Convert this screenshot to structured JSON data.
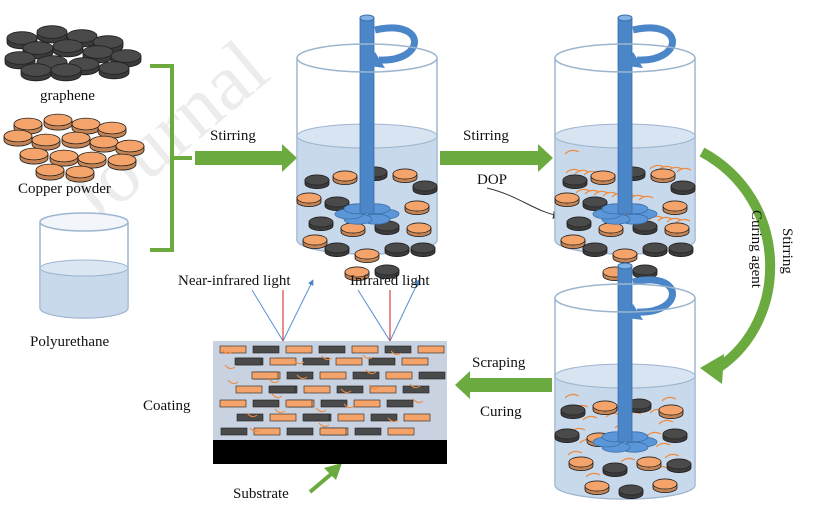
{
  "labels": {
    "graphene": "graphene",
    "copper_powder": "Copper powder",
    "polyurethane": "Polyurethane",
    "stirring_1": "Stirring",
    "stirring_2": "Stirring",
    "dop": "DOP",
    "stirring_3": "Stirring",
    "curing_agent": "Curing agent",
    "scraping": "Scraping",
    "curing": "Curing",
    "coating": "Coating",
    "substrate": "Substrate",
    "near_infrared": "Near-infrared light",
    "infrared": "Infrared light"
  },
  "colors": {
    "graphene": "#4a4a4a",
    "copper": "#f4a46a",
    "liquid": "#c9d9ec",
    "stirrer": "#4a86c8",
    "arrow": "#6aaa3e",
    "coating_bg": "#c9d2e0",
    "substrate": "#000000"
  },
  "watermark": "Journal"
}
